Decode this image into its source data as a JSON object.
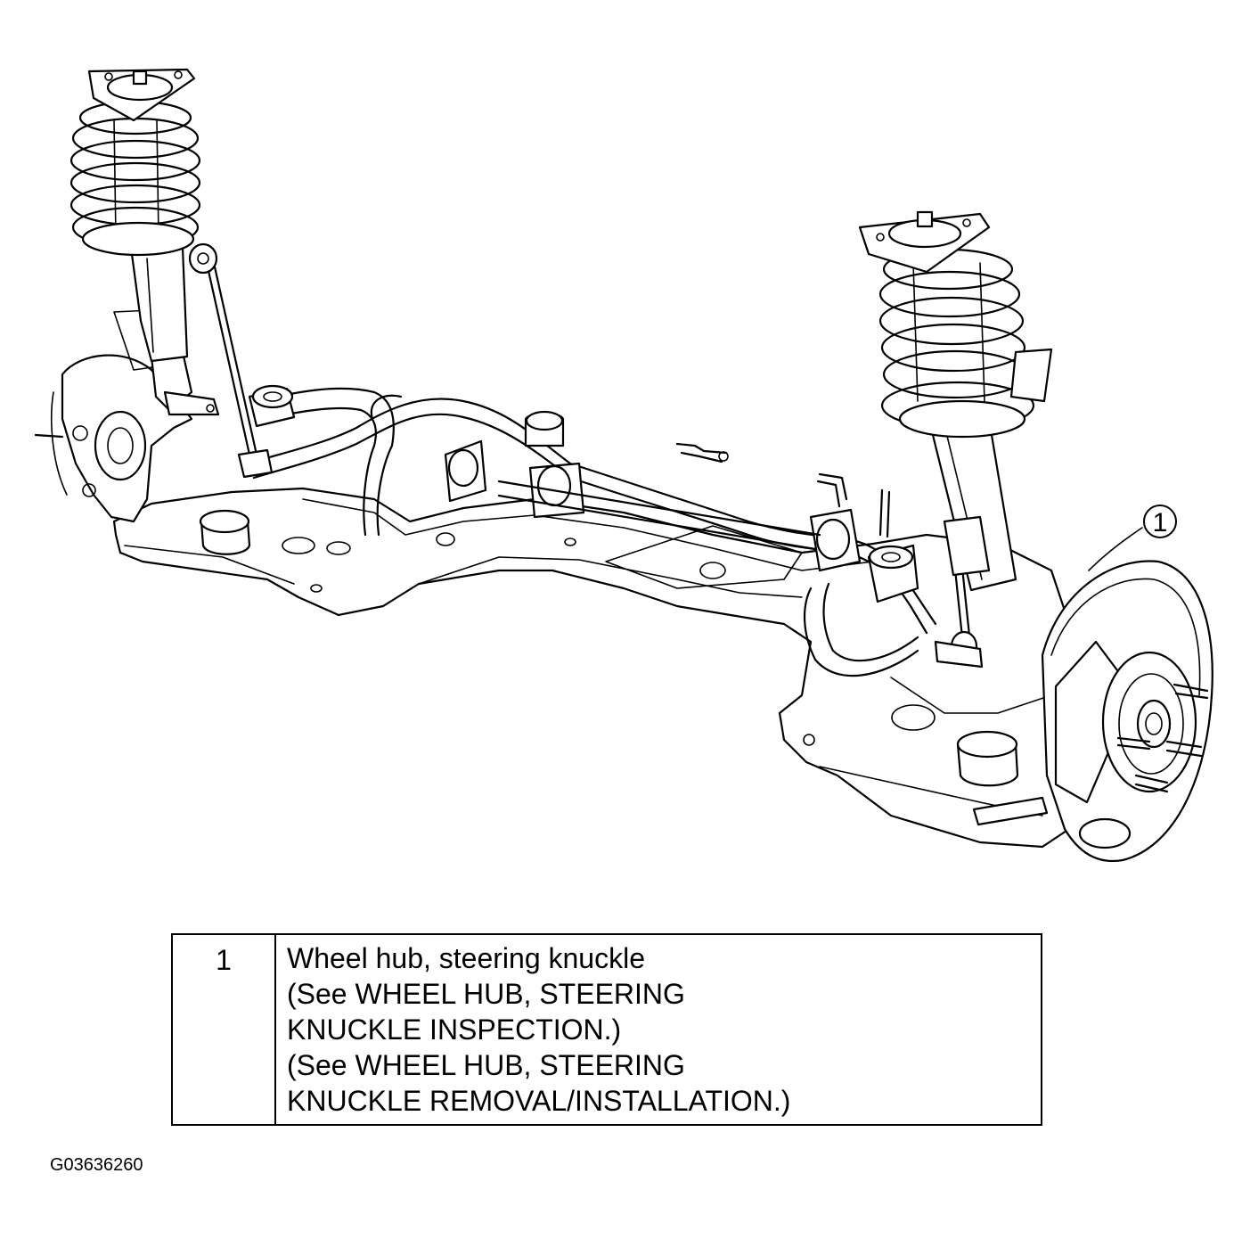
{
  "callouts": [
    {
      "number": "1"
    }
  ],
  "legend": {
    "rows": [
      {
        "number": "1",
        "lines": [
          "Wheel hub, steering knuckle",
          "(See  WHEEL HUB, STEERING",
          "KNUCKLE INSPECTION.)",
          "(See  WHEEL HUB, STEERING",
          "KNUCKLE REMOVAL/INSTALLATION.)"
        ]
      }
    ]
  },
  "figure_id": "G03636260"
}
